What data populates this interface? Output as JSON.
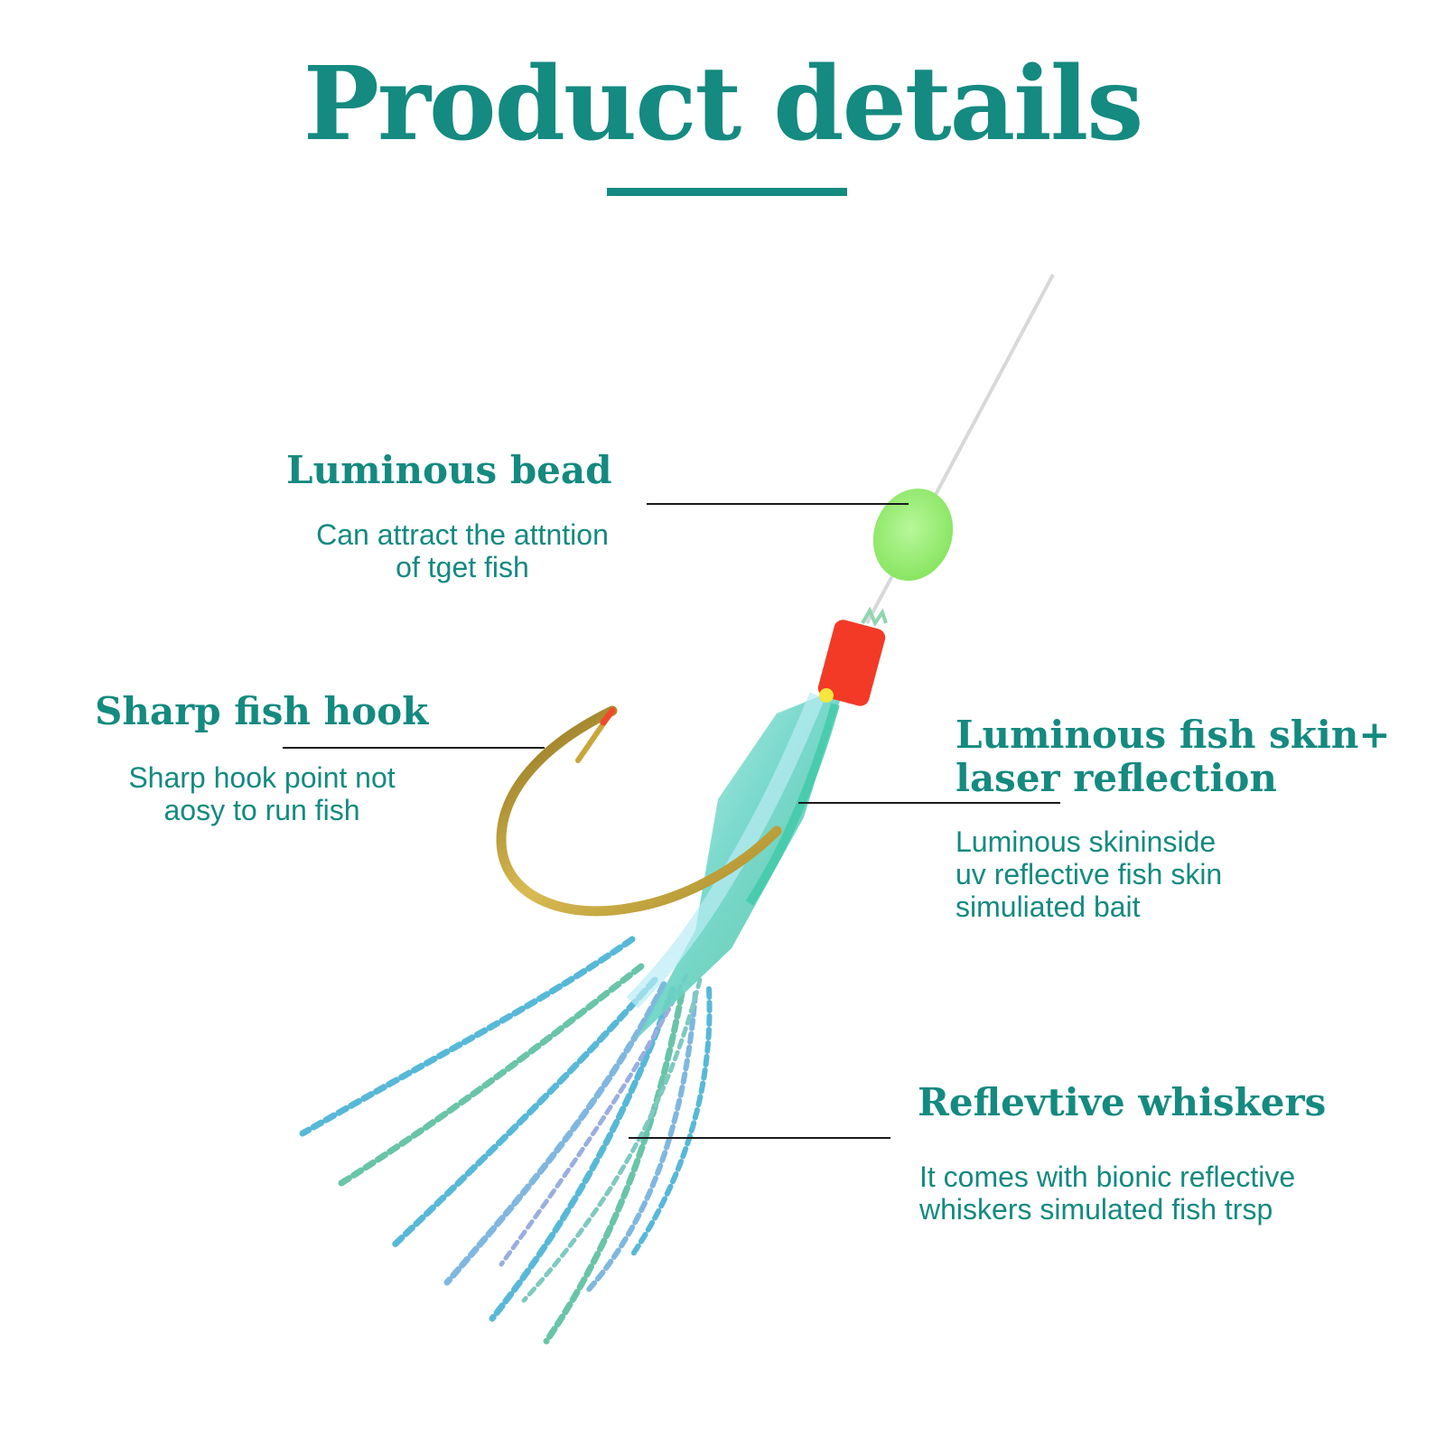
{
  "page": {
    "title": "Product details"
  },
  "features": {
    "bead": {
      "heading": "Luminous bead",
      "desc": [
        "Can attract the attntion",
        "of tget fish"
      ]
    },
    "hook": {
      "heading": "Sharp fish hook",
      "desc": [
        "Sharp hook point not",
        "aosy to run fish"
      ]
    },
    "skin": {
      "heading": [
        "Luminous fish skin+",
        "laser reflection"
      ],
      "desc": [
        "Luminous skininside",
        "uv reflective fish skin",
        "simuliated bait"
      ]
    },
    "whiskers": {
      "heading": "Reflevtive whiskers",
      "desc": [
        "It comes with bionic reflective",
        "whiskers simulated fish trsp"
      ]
    }
  },
  "colors": {
    "accent": "#148a80",
    "bead": "#9ef07a",
    "hook": "#c9a63a",
    "head": "#f23a26",
    "skin": "#6fd6c8",
    "whisker": "#57b8d8"
  },
  "icons": {
    "lure": "fishing-lure-illustration"
  }
}
